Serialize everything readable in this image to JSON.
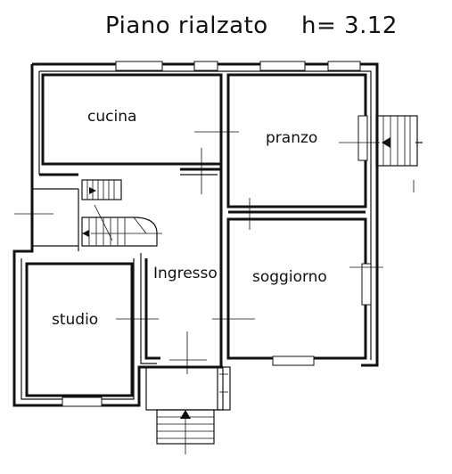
{
  "title": {
    "text": "Piano rialzato",
    "height_label": "h= 3.12"
  },
  "rooms": {
    "kitchen": "cucina",
    "dining": "pranzo",
    "living": "soggiorno",
    "study": "studio",
    "entrance": "Ingresso"
  }
}
